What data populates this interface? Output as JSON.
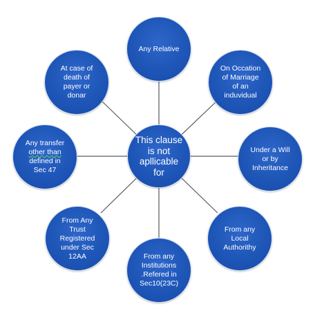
{
  "diagram": {
    "center": {
      "lines": [
        "This clause",
        "is not",
        "apllicable",
        "for"
      ]
    },
    "nodes": {
      "relative": {
        "lines": [
          "Any Relative"
        ]
      },
      "marriage": {
        "lines": [
          "On Occation",
          "of Marriage",
          "of an",
          "induvidual"
        ]
      },
      "will": {
        "lines": [
          "Under a Will",
          "or by",
          "Inheritance"
        ]
      },
      "local": {
        "lines": [
          "From any",
          "Local",
          "Authorithy"
        ]
      },
      "institutions": {
        "lines": [
          "From any",
          "Institutions",
          ".Refered in",
          "Sec10(23C)"
        ]
      },
      "trust": {
        "lines": [
          "From Any",
          "Trust",
          "Registered",
          "under Sec",
          "12AA"
        ]
      },
      "transfer": {
        "lines": [
          "Any transfer",
          "other than",
          "defined in",
          "Sec 47"
        ]
      },
      "death": {
        "lines": [
          "At case of",
          "death of",
          "payer  or",
          "donar"
        ]
      }
    },
    "colors": {
      "node_fill": "#1e56b8",
      "node_border": "#d9e2f2",
      "connector": "#55595f",
      "text": "#ffffff"
    }
  }
}
